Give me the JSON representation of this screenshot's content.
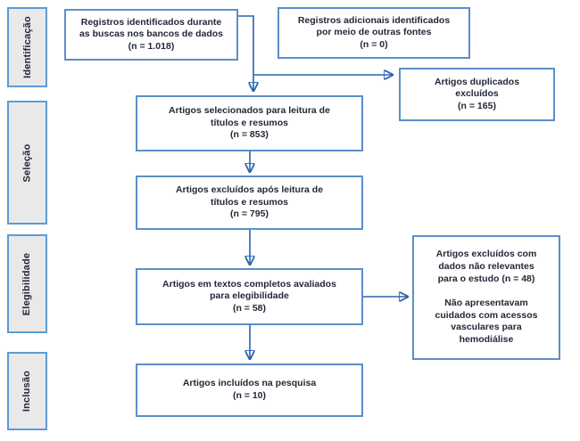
{
  "colors": {
    "box_border": "#5b8fc9",
    "arrow": "#2b62ae",
    "text": "#232838",
    "sidebar_fill": "#e9e9e9",
    "sidebar_border": "#5b9bd5"
  },
  "sidebar": {
    "stages": [
      {
        "label": "Identificação"
      },
      {
        "label": "Seleção"
      },
      {
        "label": "Elegibilidade"
      },
      {
        "label": "Inclusão"
      }
    ]
  },
  "boxes": {
    "records_identified": {
      "text": "Registros identificados durante\nas buscas nos bancos de dados\n(n = 1.018)"
    },
    "records_additional": {
      "text": "Registros adicionais identificados\npor meio de outras fontes\n(n = 0)"
    },
    "duplicates_excluded": {
      "text": "Artigos duplicados\nexcluídos\n(n = 165)"
    },
    "screened": {
      "text": "Artigos selecionados para leitura de\ntítulos e resumos\n(n = 853)"
    },
    "excluded_screening": {
      "text": "Artigos excluídos após leitura de\ntítulos e resumos\n(n = 795)"
    },
    "fulltext_assessed": {
      "text": "Artigos em textos completos avaliados\npara elegibilidade\n(n = 58)"
    },
    "fulltext_excluded": {
      "text": "Artigos excluídos com\ndados não relevantes\npara o estudo (n = 48)\n\nNão apresentavam\ncuidados com acessos\nvasculares para\nhemodiálise"
    },
    "included": {
      "text": "Artigos incluídos na pesquisa\n(n = 10)"
    }
  }
}
